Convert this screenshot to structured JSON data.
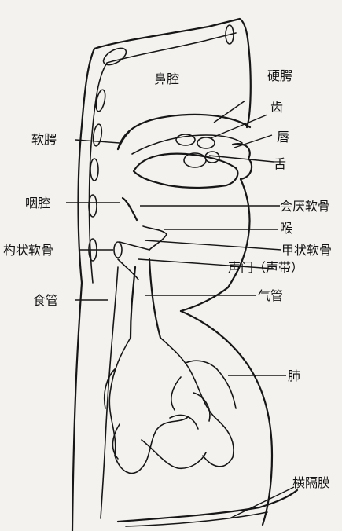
{
  "diagram": {
    "labels": {
      "nasal_cavity": "鼻腔",
      "hard_palate": "硬腭",
      "teeth": "齿",
      "soft_palate": "软腭",
      "lips": "唇",
      "tongue": "舌",
      "pharynx": "咽腔",
      "epiglottis": "会厌软骨",
      "larynx": "喉",
      "arytenoid": "杓状软骨",
      "thyroid": "甲状软骨",
      "glottis": "声门（声带）",
      "esophagus": "食管",
      "trachea": "气管",
      "lung": "肺",
      "diaphragm": "横隔膜"
    }
  }
}
